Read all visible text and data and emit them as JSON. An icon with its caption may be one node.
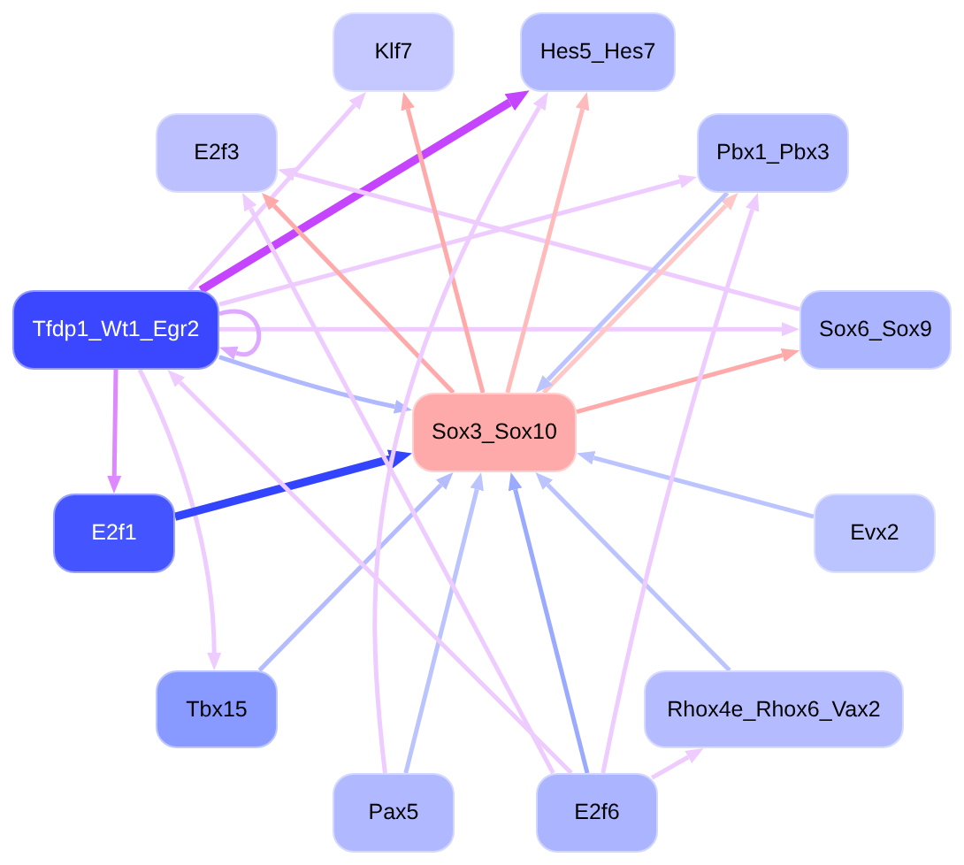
{
  "diagram": {
    "nodes": [
      {
        "text": [
          "Klf7"
        ]
      },
      {
        "text": [
          "Hes5_Hes7"
        ]
      },
      {
        "text": [
          "E2f3"
        ]
      },
      {
        "text": [
          "Pbx1_Pbx3"
        ]
      },
      {
        "text": [
          "Tfdp1_Wt1_Egr2"
        ]
      },
      {
        "text": [
          "Sox6_Sox9"
        ]
      },
      {
        "text": [
          "Sox3_Sox10"
        ]
      },
      {
        "text": [
          "E2f1"
        ]
      },
      {
        "text": [
          "Evx2"
        ]
      },
      {
        "text": [
          "Tbx15"
        ]
      },
      {
        "text": [
          "Rhox4e_Rhox6_Vax2"
        ]
      },
      {
        "text": [
          "Pax5"
        ]
      },
      {
        "text": [
          "E2f6"
        ]
      }
    ],
    "edges": [
      {
        "from": 4,
        "to": 0,
        "arrow": "to"
      },
      {
        "from": 4,
        "to": 1,
        "arrow": "to",
        "style": "thick",
        "color": "#c444ff"
      },
      {
        "from": 4,
        "to": 3,
        "arrow": "to"
      },
      {
        "from": 4,
        "to": 5,
        "arrow": "to"
      },
      {
        "from": 4,
        "to": 4,
        "arrow": "to",
        "color": "#ddaaff"
      },
      {
        "from": 4,
        "to": 6,
        "arrow": "to",
        "color": "#b0b8ff"
      },
      {
        "from": 4,
        "to": 7,
        "arrow": "to",
        "color": "#dd88ff"
      },
      {
        "from": 4,
        "to": 9,
        "arrow": "to"
      },
      {
        "from": 5,
        "to": 2,
        "arrow": "to"
      },
      {
        "from": 6,
        "to": 2,
        "arrow": "to",
        "color": "#ffaaaa"
      },
      {
        "from": 6,
        "to": 0,
        "arrow": "to",
        "color": "#ffaaaa"
      },
      {
        "from": 6,
        "to": 1,
        "arrow": "to",
        "color": "#ffbbbb"
      },
      {
        "from": 6,
        "to": 3,
        "arrow": "to",
        "color": "#ffc8c8"
      },
      {
        "from": 3,
        "to": 6,
        "arrow": "to",
        "color": "#bbc4ff"
      },
      {
        "from": 6,
        "to": 5,
        "arrow": "to",
        "color": "#ffaaaa"
      },
      {
        "from": 7,
        "to": 6,
        "arrow": "to",
        "style": "thick",
        "color": "#3344ff"
      },
      {
        "from": 8,
        "to": 6,
        "arrow": "to",
        "color": "#bcc4ff"
      },
      {
        "from": 9,
        "to": 6,
        "arrow": "to",
        "color": "#b4bcff"
      },
      {
        "from": 10,
        "to": 6,
        "arrow": "to",
        "color": "#bbc4ff"
      },
      {
        "from": 11,
        "to": 1,
        "arrow": "to"
      },
      {
        "from": 11,
        "to": 6,
        "arrow": "to",
        "color": "#bcc4ff"
      },
      {
        "from": 12,
        "to": 2,
        "arrow": "to"
      },
      {
        "from": 12,
        "to": 4,
        "arrow": "to"
      },
      {
        "from": 12,
        "to": 6,
        "arrow": "to",
        "color": "#99aaff"
      },
      {
        "from": 12,
        "to": 3,
        "arrow": "to"
      },
      {
        "from": 12,
        "to": 10,
        "arrow": "to"
      }
    ]
  }
}
